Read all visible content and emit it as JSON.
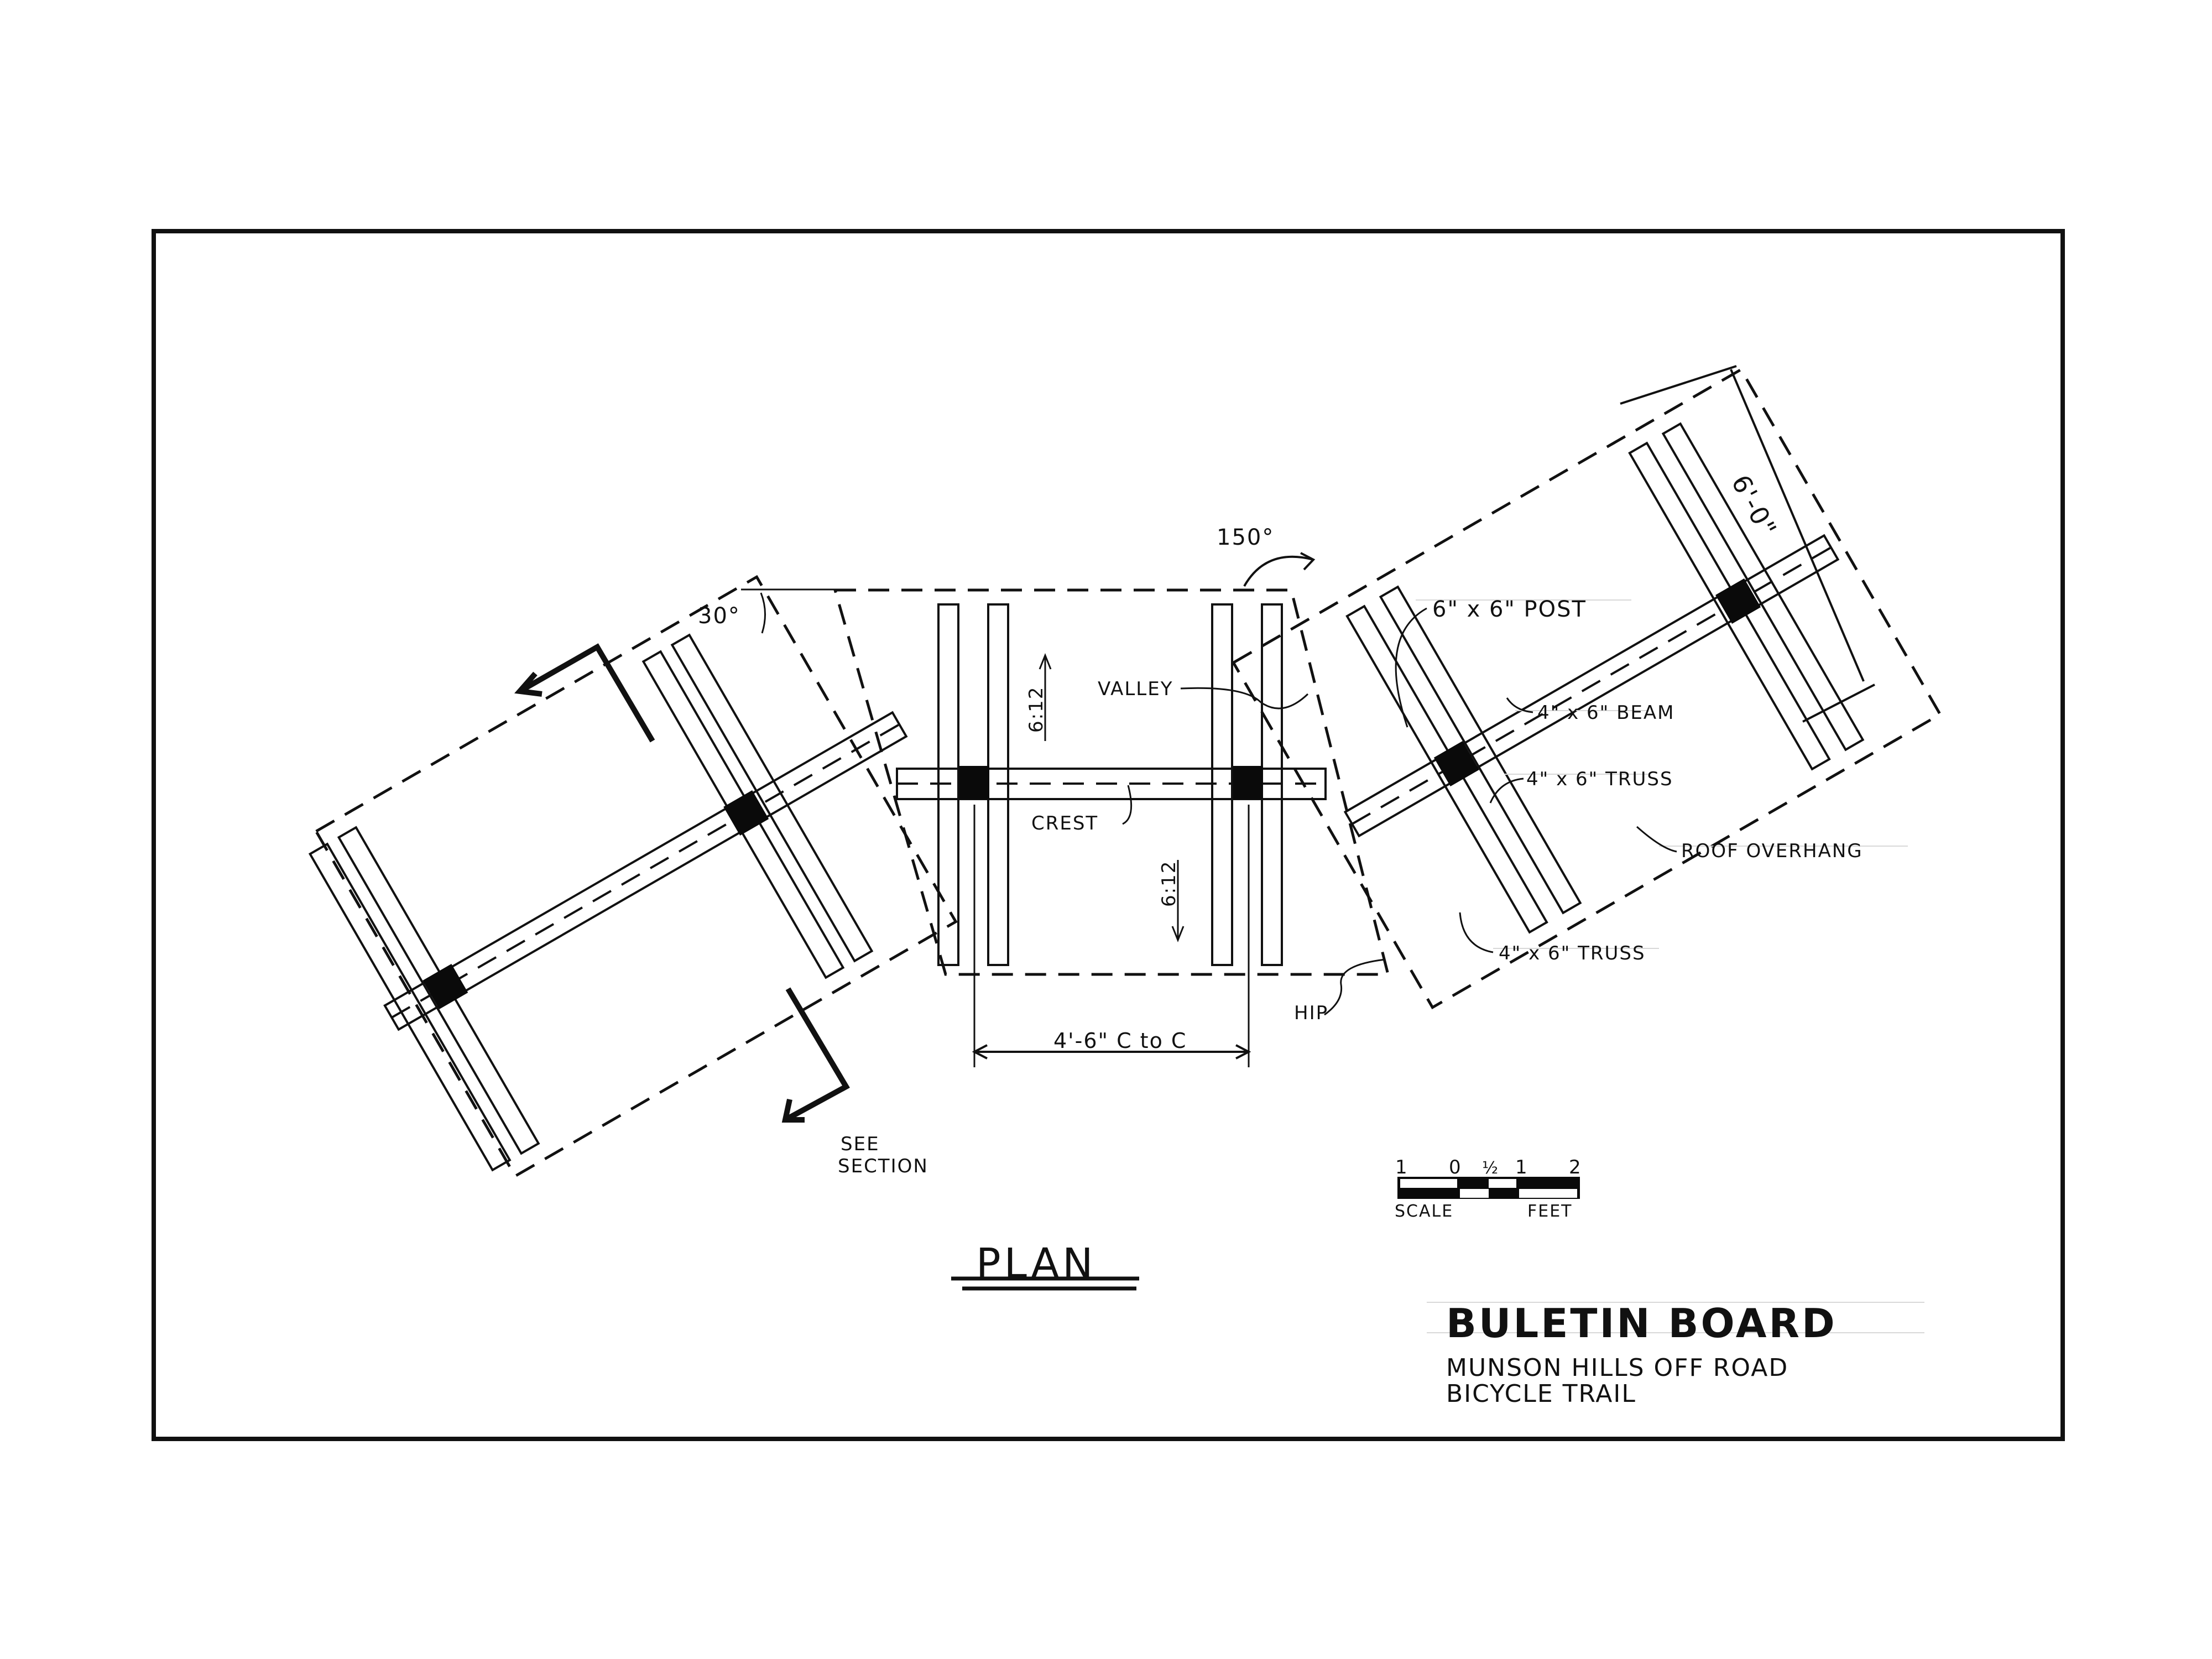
{
  "drawing": {
    "title": "BULETIN BOARD",
    "subtitle_line1": "MUNSON HILLS OFF ROAD",
    "subtitle_line2": "BICYCLE TRAIL",
    "view_label": "PLAN",
    "see_section_line1": "SEE",
    "see_section_line2": "SECTION"
  },
  "angles": {
    "left_angle": "30°",
    "right_angle": "150°"
  },
  "callouts": {
    "post": "6\" x 6\" POST",
    "beam": "4\" x 6\" BEAM",
    "truss_upper": "4\" x 6\" TRUSS",
    "truss_lower": "4\" x 6\" TRUSS",
    "roof_overhang": "ROOF OVERHANG",
    "valley": "VALLEY",
    "crest": "CREST",
    "hip": "HIP"
  },
  "dimensions": {
    "width_dim": "6'-0\"",
    "spacing_dim": "4'-6\" C to C",
    "slope_up": "6:12",
    "slope_down": "6:12"
  },
  "scale_bar": {
    "ticks": [
      "1",
      "0",
      "½",
      "1",
      "2"
    ],
    "label_left": "SCALE",
    "label_right": "FEET"
  },
  "colors": {
    "ink": "#111111",
    "paper": "#ffffff",
    "guide": "#d8d8d8"
  }
}
